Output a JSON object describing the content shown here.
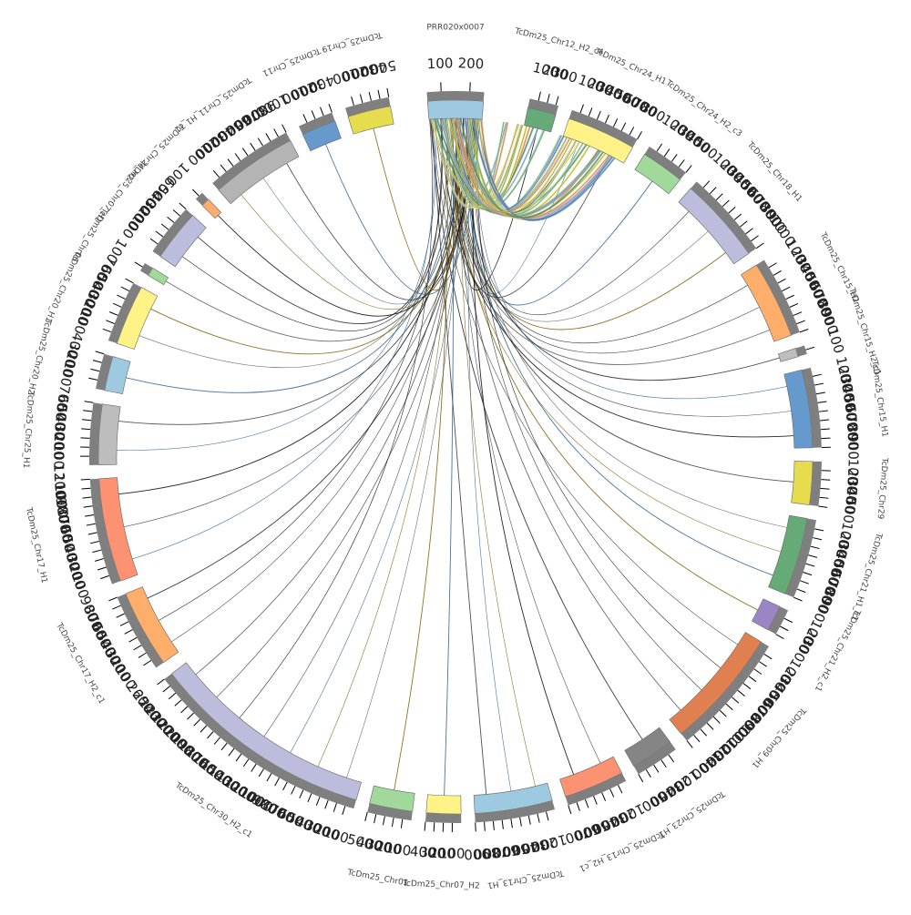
{
  "diagram": {
    "type": "circos",
    "focus": {
      "label": "PRR020x0007",
      "color": "#9ecae1"
    },
    "segments": [
      {
        "name": "TcDm25_Chr12_H2_c4",
        "color": "#66aa77",
        "span": 330,
        "ticks": [
          "100",
          "200",
          "300"
        ]
      },
      {
        "name": "TcDm25_Chr24_H1",
        "color": "#fff387",
        "span": 800,
        "ticks": [
          "100",
          "200",
          "300",
          "400",
          "500",
          "600",
          "700",
          "800"
        ]
      },
      {
        "name": "TcDm25_Chr24_H2_c3",
        "color": "#a1d99b",
        "span": 500,
        "ticks": [
          "100",
          "200",
          "300",
          "400",
          "500"
        ]
      },
      {
        "name": "TcDm25_Chr18_H1",
        "color": "#bcbddc",
        "span": 1000,
        "ticks": [
          "100",
          "200",
          "300",
          "400",
          "500",
          "600",
          "700",
          "800",
          "900",
          "1000"
        ]
      },
      {
        "name": "TcDm25_Chr15_H2",
        "color": "#fdae6b",
        "span": 900,
        "ticks": [
          "100",
          "200",
          "300",
          "400",
          "500",
          "600",
          "700",
          "800",
          "900"
        ]
      },
      {
        "name": "TcDm25_Chr15_H2_c1",
        "color": "#bdbdbd",
        "span": 100,
        "ticks": [
          "100"
        ]
      },
      {
        "name": "TcDm25_Chr15_H1",
        "color": "#6699cc",
        "span": 900,
        "ticks": [
          "100",
          "200",
          "300",
          "400",
          "500",
          "600",
          "700",
          "800",
          "900"
        ]
      },
      {
        "name": "TcDm25_Chr29",
        "color": "#e5dd4d",
        "span": 500,
        "ticks": [
          "100",
          "200",
          "300",
          "400",
          "500"
        ]
      },
      {
        "name": "TcDm25_Chr21_H1_c1",
        "color": "#66aa77",
        "span": 900,
        "ticks": [
          "100",
          "200",
          "300",
          "400",
          "500",
          "600",
          "700",
          "800",
          "900"
        ]
      },
      {
        "name": "TcDm25_Chr21_H2_c1",
        "color": "#9a86c4",
        "span": 300,
        "ticks": [
          "100",
          "200",
          "300"
        ]
      },
      {
        "name": "TcDm25_Chr09_H1",
        "color": "#e08050",
        "span": 1400,
        "ticks": [
          "100",
          "200",
          "300",
          "400",
          "500",
          "600",
          "700",
          "800",
          "900",
          "1000",
          "1100",
          "1200",
          "1300",
          "1400"
        ]
      },
      {
        "name": "TcDm25_Chr23_H1",
        "color": "#858585",
        "span": 500,
        "ticks": [
          "100",
          "200",
          "300",
          "400",
          "500"
        ]
      },
      {
        "name": "TcDm25_Chr13_H2_c1",
        "color": "#fc9272",
        "span": 700,
        "ticks": [
          "100",
          "200",
          "300",
          "400",
          "500",
          "600",
          "700"
        ]
      },
      {
        "name": "TcDm25_Chr13_H1",
        "color": "#9ecae1",
        "span": 900,
        "ticks": [
          "100",
          "200",
          "300",
          "400",
          "500",
          "600",
          "700",
          "800",
          "900"
        ]
      },
      {
        "name": "TcDm25_Chr07_H2",
        "color": "#fff387",
        "span": 400,
        "ticks": [
          "100",
          "200",
          "300",
          "400"
        ]
      },
      {
        "name": "TcDm25_Chr01",
        "color": "#a1d99b",
        "span": 500,
        "ticks": [
          "100",
          "200",
          "300",
          "400",
          "500"
        ]
      },
      {
        "name": "TcDm25_Chr30_H2_c1",
        "color": "#bcbddc",
        "span": 2600,
        "ticks": [
          "100",
          "200",
          "300",
          "400",
          "500",
          "600",
          "700",
          "800",
          "900",
          "1000",
          "1100",
          "1200",
          "1300",
          "1400",
          "1500",
          "1600",
          "1700",
          "1800",
          "1900",
          "2000",
          "2100",
          "2200",
          "2300",
          "2400",
          "2500",
          "2600"
        ]
      },
      {
        "name": "TcDm25_Chr17_H2_c1",
        "color": "#fdae6b",
        "span": 900,
        "ticks": [
          "100",
          "200",
          "300",
          "400",
          "500",
          "600",
          "700",
          "800",
          "900"
        ]
      },
      {
        "name": "TcDm25_Chr17_H1",
        "color": "#fc9272",
        "span": 1200,
        "ticks": [
          "100",
          "200",
          "300",
          "400",
          "500",
          "600",
          "700",
          "800",
          "900",
          "1000",
          "1100",
          "1200"
        ]
      },
      {
        "name": "TcDm25_Chr25_H1",
        "color": "#bdbdbd",
        "span": 700,
        "ticks": [
          "100",
          "200",
          "300",
          "400",
          "500",
          "600",
          "700"
        ]
      },
      {
        "name": "TcDm25_Chr20_H2",
        "color": "#9ecae1",
        "span": 400,
        "ticks": [
          "100",
          "200",
          "300",
          "400"
        ]
      },
      {
        "name": "TcDm25_Chr20_H1",
        "color": "#fff387",
        "span": 700,
        "ticks": [
          "100",
          "200",
          "300",
          "400",
          "500",
          "600",
          "700"
        ]
      },
      {
        "name": "TcDm25_Chr06",
        "color": "#a1d99b",
        "span": 100,
        "ticks": [
          "100"
        ]
      },
      {
        "name": "TcDm25_Chr07_H1",
        "color": "#bcbddc",
        "span": 600,
        "ticks": [
          "100",
          "200",
          "300",
          "400",
          "500",
          "600"
        ]
      },
      {
        "name": "TcDm25_Chr24_H2",
        "color": "#fdae6b",
        "span": 100,
        "ticks": [
          "100"
        ]
      },
      {
        "name": "TcDm25_Chr11_H1_c1",
        "color": "#b4b4b4",
        "span": 1000,
        "ticks": [
          "100",
          "200",
          "300",
          "400",
          "500",
          "600",
          "700",
          "800",
          "900",
          "1000"
        ]
      },
      {
        "name": "TcDm25_Chr11",
        "color": "#6699cc",
        "span": 400,
        "ticks": [
          "100",
          "200",
          "300",
          "400"
        ]
      },
      {
        "name": "TcDm25_Chr19",
        "color": "#e5dd4d",
        "span": 500,
        "ticks": [
          "100",
          "200",
          "300",
          "400",
          "500"
        ]
      }
    ]
  }
}
